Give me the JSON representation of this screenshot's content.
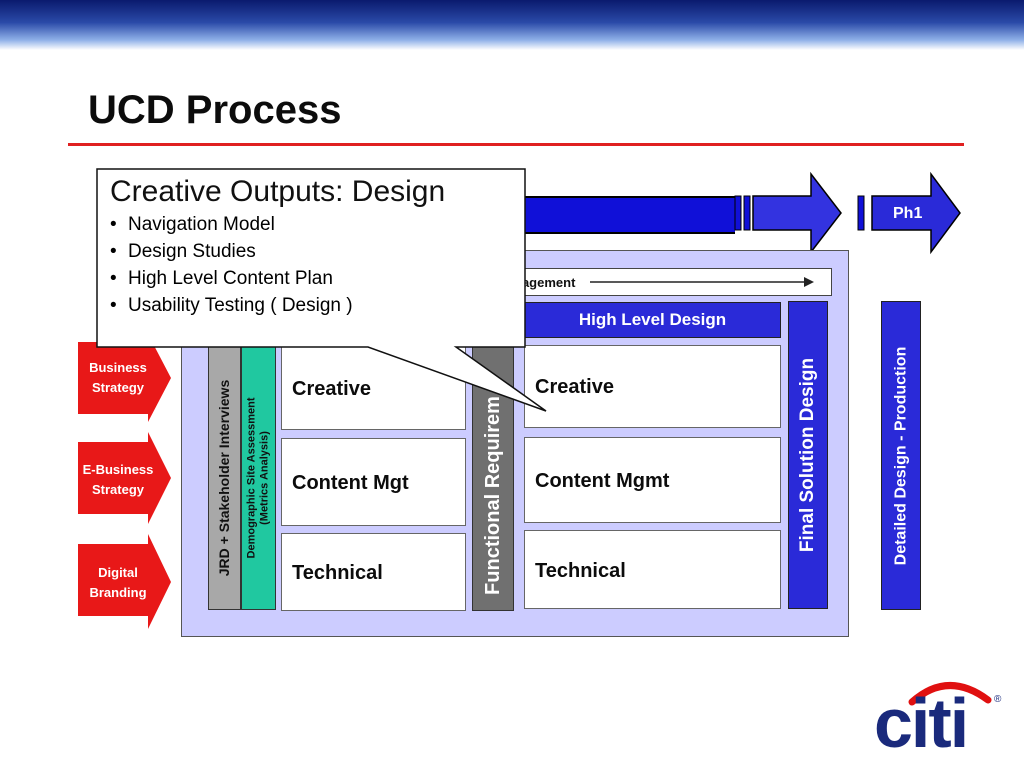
{
  "slide": {
    "title": "UCD Process",
    "phase_label": "Ph1",
    "management_label": "nagement",
    "high_level_design": "High Level Design",
    "left_column_1": "JRD + Stakeholder Interviews",
    "left_column_2_line1": "Demographic Site Assessment",
    "left_column_2_line2": "(Metrics Analysis)",
    "functional_requirements": "Functional Requirem",
    "final_solution_design": "Final Solution Design",
    "detailed_design": "Detailed Design - Production",
    "left_boxes": [
      "Creative",
      "Content Mgt",
      "Technical"
    ],
    "right_boxes": [
      "Creative",
      "Content Mgmt",
      "Technical"
    ],
    "inputs": [
      {
        "line1": "Business",
        "line2": "Strategy"
      },
      {
        "line1": "E-Business",
        "line2": "Strategy"
      },
      {
        "line1": "Digital",
        "line2": "Branding"
      }
    ],
    "logo_text": "citi"
  },
  "callout": {
    "heading": "Creative Outputs: Design",
    "bullet_symbol": "•",
    "items": [
      "Navigation Model",
      "Design Studies",
      "High Level Content Plan",
      "Usability Testing ( Design )"
    ]
  },
  "colors": {
    "phase_blue": "#1010d8",
    "lane_lavender": "#ccccff",
    "title_rule_red": "#e02020",
    "input_red": "#e81818",
    "jrd_gray": "#a8a8a8",
    "demographic_teal": "#20c8a0",
    "functional_gray": "#707070",
    "final_blue": "#2a2ad8",
    "citi_navy": "#1a2a7c",
    "citi_red": "#e01010"
  }
}
